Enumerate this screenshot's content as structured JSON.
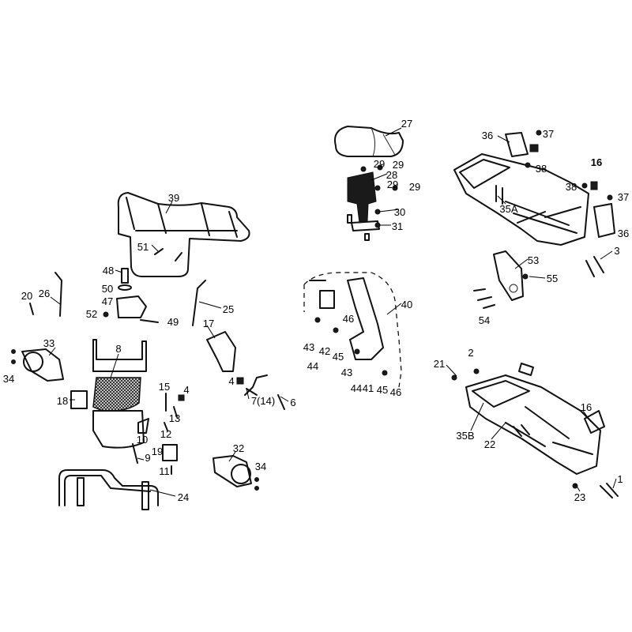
{
  "title": "Exploded parts diagram - frame, bumpers, racks and seat",
  "labels": {
    "seat": "27",
    "bolt_29a": "29",
    "bolt_29b": "29",
    "bracket_28": "28",
    "bolt_29c": "29",
    "bolt_29d": "29",
    "part_30": "30",
    "part_31": "31",
    "plate_36a": "36",
    "bolt_37a": "37",
    "nut_38a": "38",
    "part_16a": "16",
    "nut_38b": "38",
    "bolt_37b": "37",
    "plate_36b": "36",
    "rack_35A": "35A",
    "bolt_3": "3",
    "bracket_53": "53",
    "bolt_55": "55",
    "bolt_54": "54",
    "bumper_39": "39",
    "bolt_51": "51",
    "part_48": "48",
    "washer_50": "50",
    "mount_47": "47",
    "nut_52": "52",
    "bolt_49": "49",
    "part_20": "20",
    "bar_26": "26",
    "bar_25": "25",
    "cover_17": "17",
    "guard_40": "40",
    "part_46a": "46",
    "part_43a": "43",
    "part_42": "42",
    "part_45a": "45",
    "part_44a": "44",
    "part_43b": "43",
    "part_44b": "44",
    "part_41": "41",
    "part_45b": "45",
    "part_46b": "46",
    "housing_33": "33",
    "bolt_34a": "34",
    "grille_8": "8",
    "plate_18": "18",
    "part_15": "15",
    "part_4a": "4",
    "part_13": "13",
    "part_12": "12",
    "part_10": "10",
    "part_9": "9",
    "plate_19": "19",
    "part_11": "11",
    "part_4b": "4",
    "switch_7": "7(14)",
    "part_6": "6",
    "housing_32": "32",
    "bolt_34b": "34",
    "bumper_24": "24",
    "bolt_21": "21",
    "bolt_2": "2",
    "part_16b": "16",
    "rack_35B": "35B",
    "part_22": "22",
    "part_23": "23",
    "bolt_1": "1"
  }
}
